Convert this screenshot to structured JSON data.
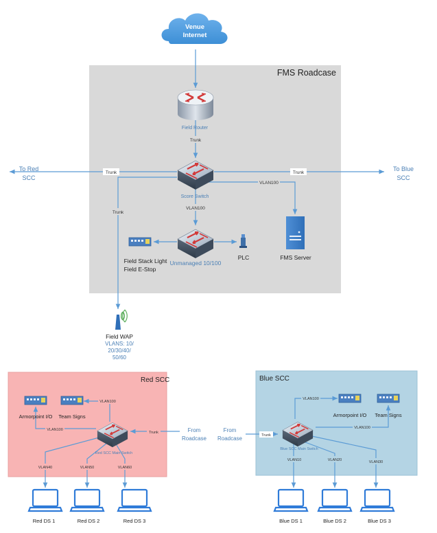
{
  "internet": {
    "line1": "Venue",
    "line2": "Internet"
  },
  "roadcase": {
    "title": "FMS Roadcase"
  },
  "router": {
    "label": "Field Router"
  },
  "score_switch": {
    "label": "Score Switch"
  },
  "unmanaged": {
    "label": "Unmanaged 10/100"
  },
  "plc": {
    "label": "PLC"
  },
  "fms_server": {
    "label": "FMS Server"
  },
  "stack": {
    "line1": "Field Stack Light",
    "line2": "Field E-Stop"
  },
  "wap": {
    "title": "Field WAP",
    "vlan1": "VLANS: 10/",
    "vlan2": "20/30/40/",
    "vlan3": "50/60"
  },
  "to_red": {
    "line1": "To Red",
    "line2": "SCC"
  },
  "to_blue": {
    "line1": "To Blue",
    "line2": "SCC"
  },
  "links": {
    "trunk_router": "Trunk",
    "trunk_left": "Trunk",
    "trunk_right": "Trunk",
    "trunk_wap": "Trunk",
    "vlan100_server": "VLAN100",
    "vlan100_unmanaged": "VLAN100"
  },
  "red_scc": {
    "title": "Red SCC",
    "armor": "Armorpoint I/O",
    "signs": "Team Signs",
    "main_switch": "Red SCC Main Switch",
    "vlan100_signs": "VLAN100",
    "vlan100_armor": "VLAN100",
    "trunk": "Trunk",
    "from1": "From",
    "from2": "Roadcase",
    "ds": [
      {
        "vlan": "VLAN40",
        "name": "Red DS 1"
      },
      {
        "vlan": "VLAN50",
        "name": "Red DS 2"
      },
      {
        "vlan": "VLAN60",
        "name": "Red DS 3"
      }
    ]
  },
  "blue_scc": {
    "title": "Blue SCC",
    "armor": "Armorpoint I/O",
    "signs": "Team Signs",
    "main_switch": "Blue SCC Main Switch",
    "vlan100_armor": "VLAN100",
    "vlan100_signs": "VLAN100",
    "trunk": "Trunk",
    "from1": "From",
    "from2": "Roadcase",
    "ds": [
      {
        "vlan": "VLAN10",
        "name": "Blue DS 1"
      },
      {
        "vlan": "VLAN20",
        "name": "Blue DS 2"
      },
      {
        "vlan": "VLAN30",
        "name": "Blue DS 3"
      }
    ]
  },
  "colors": {
    "line": "#5b9bd5",
    "roadcase_fill": "#d9d9d9",
    "red_fill": "#f8b4b4",
    "blue_fill": "#b4d4e4",
    "label_blue": "#4a7fb5",
    "text_dark": "#222222"
  },
  "icons": [
    "cloud-icon",
    "router-icon",
    "switch-icon",
    "server-icon",
    "plc-icon",
    "io-device-icon",
    "wireless-ap-icon",
    "laptop-icon"
  ]
}
